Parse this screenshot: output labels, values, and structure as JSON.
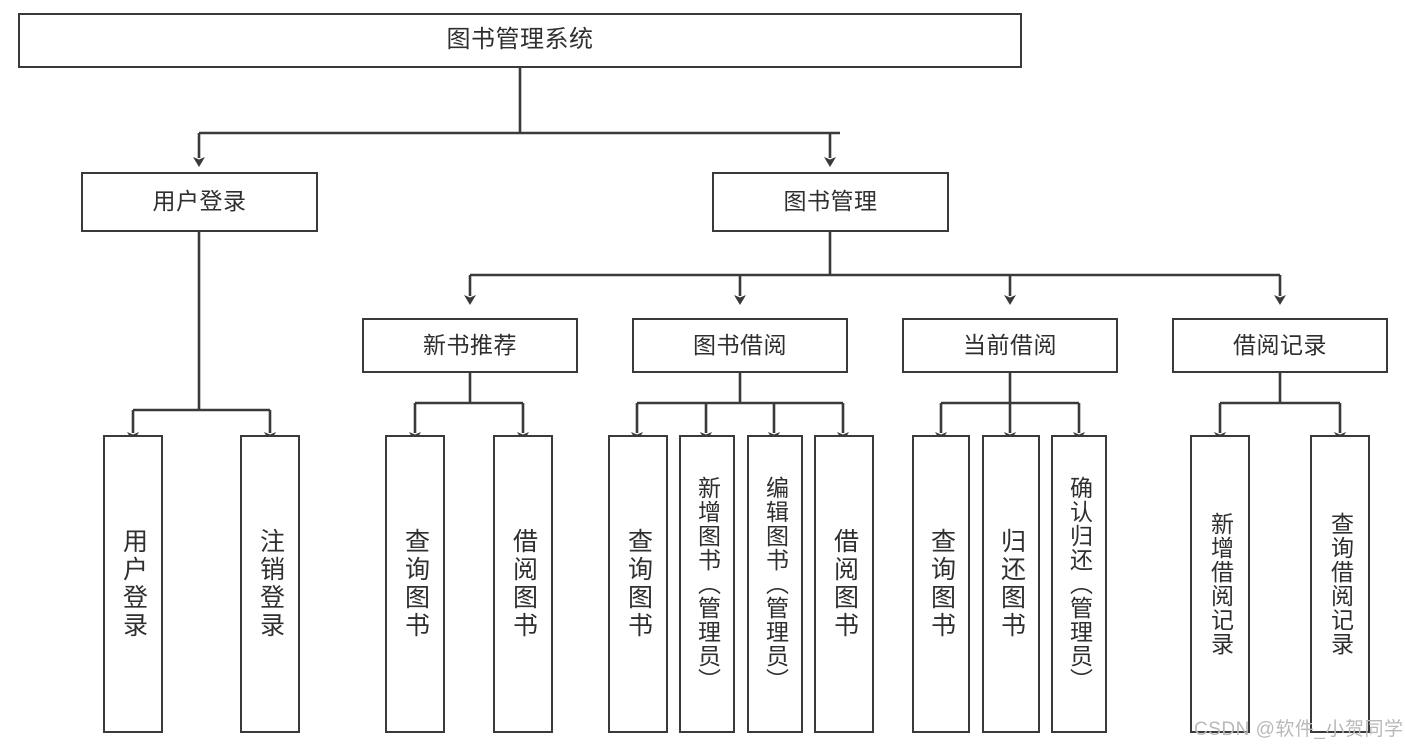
{
  "diagram": {
    "title": "图书管理系统",
    "type": "tree",
    "orientation": "top-down",
    "line_color": "#3a3a3a",
    "box_fill": "#ffffff",
    "text_color": "#2f2f2f"
  },
  "nodes": {
    "root": {
      "label": "图书管理系统"
    },
    "level1": [
      {
        "label": "用户登录"
      },
      {
        "label": "图书管理"
      }
    ],
    "level2": [
      {
        "label": "新书推荐"
      },
      {
        "label": "图书借阅"
      },
      {
        "label": "当前借阅"
      },
      {
        "label": "借阅记录"
      }
    ],
    "leaves": {
      "user_login": [
        {
          "label": "用户登录"
        },
        {
          "label": "注销登录"
        }
      ],
      "new_book_recommend": [
        {
          "label": "查询图书"
        },
        {
          "label": "借阅图书"
        }
      ],
      "book_borrow": [
        {
          "label": "查询图书"
        },
        {
          "label": "新增图书（管理员）"
        },
        {
          "label": "编辑图书（管理员）"
        },
        {
          "label": "借阅图书"
        }
      ],
      "current_borrow": [
        {
          "label": "查询图书"
        },
        {
          "label": "归还图书"
        },
        {
          "label": "确认归还（管理员）"
        }
      ],
      "borrow_record": [
        {
          "label": "新增借阅记录"
        },
        {
          "label": "查询借阅记录"
        }
      ]
    }
  },
  "watermark": {
    "text": "CSDN @软件_小贺同学"
  }
}
